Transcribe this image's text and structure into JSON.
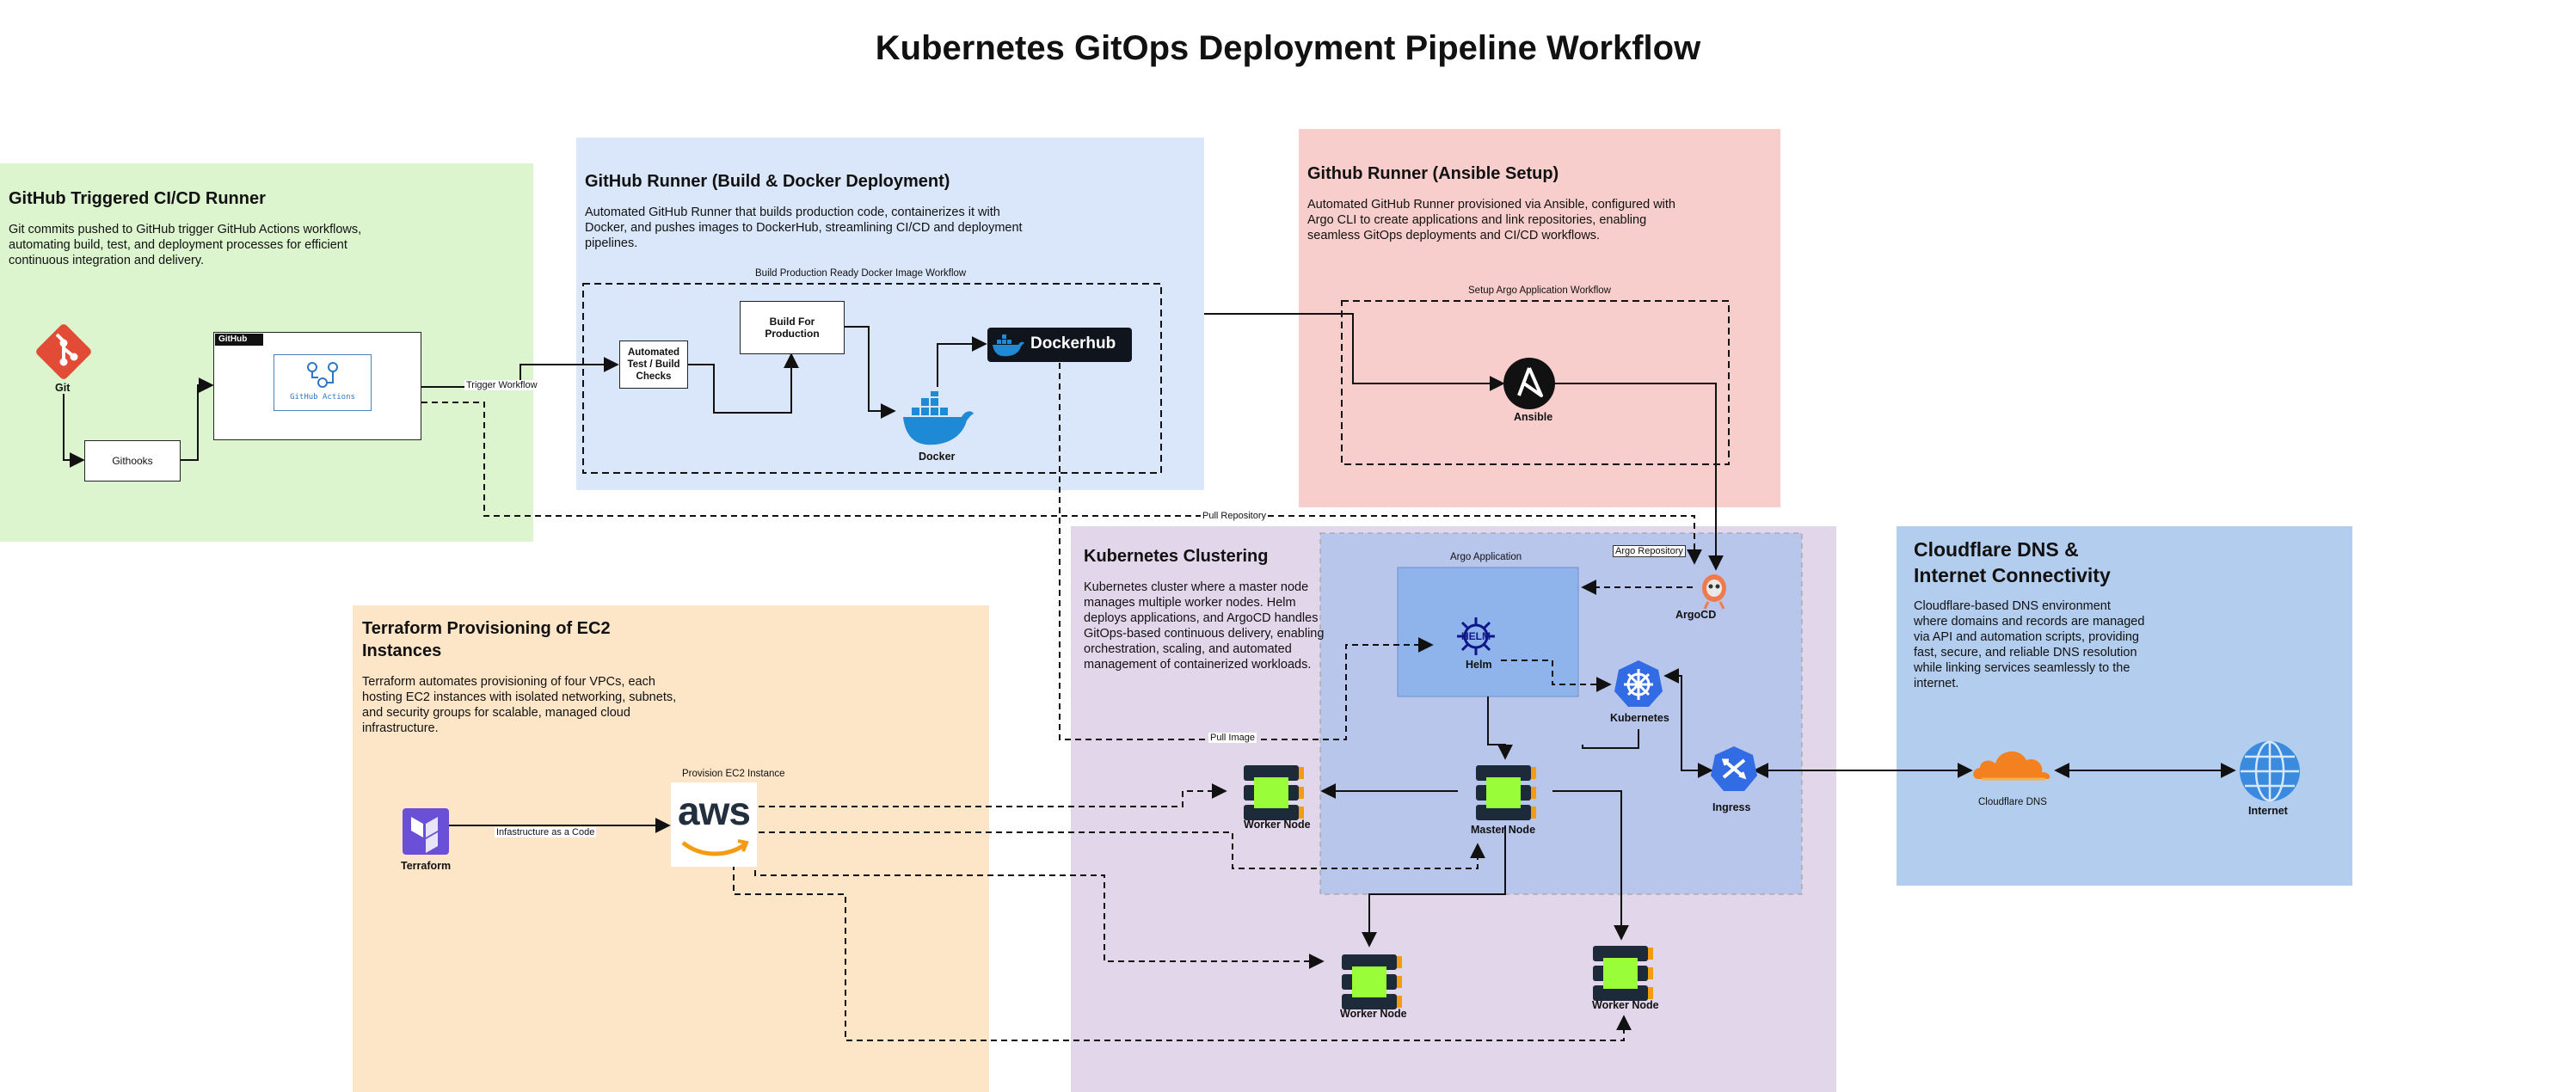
{
  "title": "Kubernetes GitOps Deployment Pipeline Workflow",
  "colors": {
    "green_region": "#dcf5cf",
    "blue_region": "#dae6f9",
    "red_region": "#f8cecc",
    "orange_region": "#fde5c8",
    "purple_region": "#e2d6ea",
    "argo_region": "#b8c6eb",
    "cloudflare_region": "#b3cdee",
    "helm_box": "#8fb4ec",
    "git": "#e24c36",
    "docker": "#1e8ad6",
    "kubernetes": "#326ce5",
    "terraform": "#6a4fd7",
    "aws_orange": "#f39c12",
    "cloudflare_orange": "#f48120",
    "node_green": "#9afd3a"
  },
  "regions": {
    "github_trigger": {
      "title": "GitHub Triggered CI/CD Runner",
      "description": "Git commits pushed to GitHub trigger GitHub Actions workflows, automating build, test, and deployment processes for efficient continuous integration and delivery."
    },
    "github_runner_build": {
      "title": "GitHub Runner (Build & Docker Deployment)",
      "description": "Automated GitHub Runner that builds production code, containerizes it with Docker, and pushes images to DockerHub, streamlining CI/CD and deployment pipelines."
    },
    "github_runner_ansible": {
      "title": "Github Runner (Ansible Setup)",
      "description": "Automated GitHub Runner provisioned via Ansible, configured with Argo CLI to create applications and link repositories, enabling seamless GitOps deployments and CI/CD workflows."
    },
    "terraform": {
      "title": "Terraform Provisioning of EC2 Instances",
      "description": "Terraform automates provisioning of four VPCs, each hosting EC2 instances with isolated networking, subnets, and security groups for scalable, managed cloud infrastructure."
    },
    "kubernetes": {
      "title": "Kubernetes Clustering",
      "description": "Kubernetes cluster where a master node manages multiple worker nodes. Helm deploys applications, and ArgoCD handles GitOps-based continuous delivery, enabling orchestration, scaling, and automated management of containerized workloads."
    },
    "cloudflare": {
      "title": "Cloudflare DNS & Internet Connectivity",
      "description": "Cloudflare-based DNS environment where domains and records are managed via API and automation scripts, providing fast, secure, and reliable DNS resolution while linking services seamlessly to the internet."
    }
  },
  "groups": {
    "build_workflow": "Build Production Ready Docker Image Workflow",
    "argo_setup": "Setup Argo Application Workflow",
    "argo_application": "Argo Application",
    "provision_ec2": "Provision EC2 Instance"
  },
  "nodes": {
    "git": "Git",
    "githooks": "Githooks",
    "github_badge": "GitHub",
    "github_actions": "GitHub Actions",
    "automated_test": "Automated Test / Build Checks",
    "build_production": "Build For Production",
    "docker": "Docker",
    "dockerhub": "Dockerhub",
    "ansible": "Ansible",
    "argocd": "ArgoCD",
    "helm_logo": "HELM",
    "helm": "Helm",
    "kubernetes": "Kubernetes",
    "ingress": "Ingress",
    "master_node": "Master Node",
    "worker_node_1": "Worker Node",
    "worker_node_2": "Worker Node",
    "worker_node_3": "Worker Node",
    "terraform": "Terraform",
    "aws": "aws",
    "cloudflare_dns": "Cloudflare DNS",
    "internet": "Internet"
  },
  "edge_labels": {
    "trigger_workflow": "Trigger Workflow",
    "pull_repository": "Pull Repository",
    "argo_repository": "Argo Repository",
    "pull_image": "Pull Image",
    "infrastructure_as_code": "Infastructure as a Code"
  }
}
